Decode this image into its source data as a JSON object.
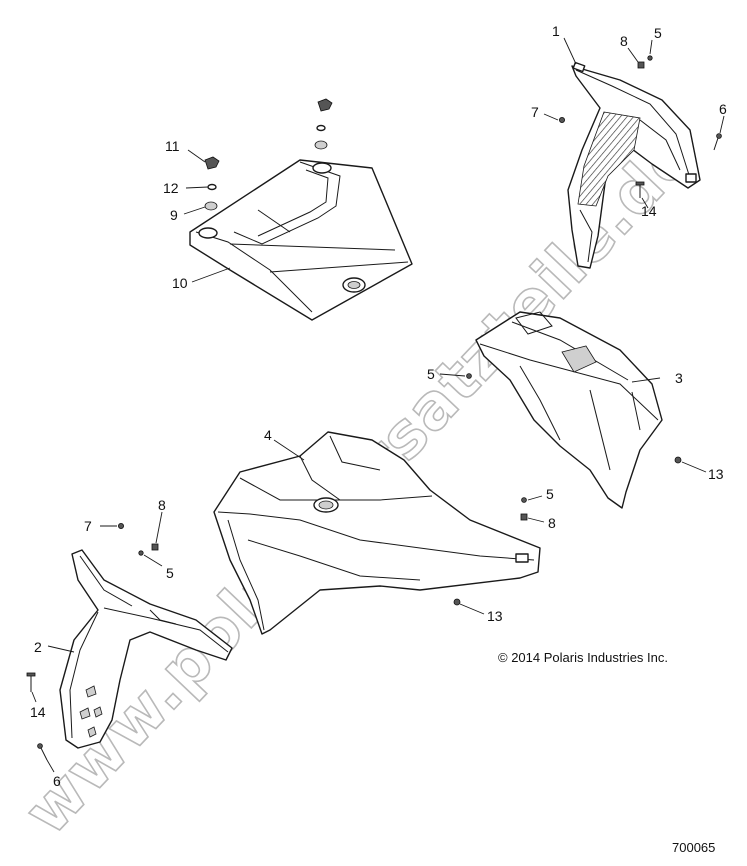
{
  "diagram": {
    "callouts": [
      {
        "id": "c1",
        "label": "1"
      },
      {
        "id": "c2",
        "label": "2"
      },
      {
        "id": "c3",
        "label": "3"
      },
      {
        "id": "c4",
        "label": "4"
      },
      {
        "id": "c5a",
        "label": "5"
      },
      {
        "id": "c5b",
        "label": "5"
      },
      {
        "id": "c5c",
        "label": "5"
      },
      {
        "id": "c5d",
        "label": "5"
      },
      {
        "id": "c6a",
        "label": "6"
      },
      {
        "id": "c6b",
        "label": "6"
      },
      {
        "id": "c7a",
        "label": "7"
      },
      {
        "id": "c7b",
        "label": "7"
      },
      {
        "id": "c8a",
        "label": "8"
      },
      {
        "id": "c8b",
        "label": "8"
      },
      {
        "id": "c8c",
        "label": "8"
      },
      {
        "id": "c9",
        "label": "9"
      },
      {
        "id": "c10",
        "label": "10"
      },
      {
        "id": "c11",
        "label": "11"
      },
      {
        "id": "c12",
        "label": "12"
      },
      {
        "id": "c13a",
        "label": "13"
      },
      {
        "id": "c13b",
        "label": "13"
      },
      {
        "id": "c14a",
        "label": "14"
      },
      {
        "id": "c14b",
        "label": "14"
      }
    ],
    "copyright": "© 2014 Polaris Industries Inc.",
    "figure_number": "700065",
    "watermark": "www.polarisersatzteile.de"
  }
}
